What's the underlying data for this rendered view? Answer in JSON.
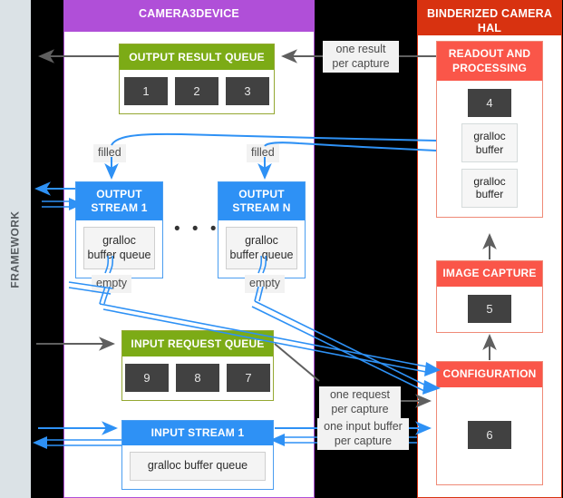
{
  "framework": {
    "label": "FRAMEWORK"
  },
  "camera3device": {
    "title": "CAMERA3DEVICE",
    "output_result_queue": {
      "title": "OUTPUT RESULT QUEUE",
      "slots": [
        "1",
        "2",
        "3"
      ]
    },
    "input_request_queue": {
      "title": "INPUT REQUEST QUEUE",
      "slots": [
        "9",
        "8",
        "7"
      ]
    },
    "output_stream_1": {
      "title": "OUTPUT STREAM 1",
      "buffer": "gralloc\nbuffer queue",
      "buffer_line1": "gralloc",
      "buffer_line2": "buffer queue"
    },
    "output_stream_n": {
      "title": "OUTPUT STREAM N",
      "buffer_line1": "gralloc",
      "buffer_line2": "buffer queue"
    },
    "input_stream_1": {
      "title": "INPUT STREAM 1",
      "buffer": "gralloc buffer queue"
    },
    "ellipsis": "• • •",
    "labels": {
      "filled_left": "filled",
      "filled_right": "filled",
      "empty_left": "empty",
      "empty_right": "empty"
    }
  },
  "hal": {
    "title": "BINDERIZED CAMERA HAL",
    "readout": {
      "title": "READOUT AND PROCESSING",
      "slot": "4",
      "gralloc_1_line1": "gralloc",
      "gralloc_1_line2": "buffer",
      "gralloc_2_line1": "gralloc",
      "gralloc_2_line2": "buffer"
    },
    "image_capture": {
      "title": "IMAGE CAPTURE",
      "slot": "5"
    },
    "configuration": {
      "title": "CONFIGURATION",
      "slot": "6"
    }
  },
  "annotations": {
    "one_result_per_capture_line1": "one result",
    "one_result_per_capture_line2": "per capture",
    "one_request_per_capture_line1": "one request",
    "one_request_per_capture_line2": "per capture",
    "one_input_buffer_line1": "one input buffer",
    "one_input_buffer_line2": "per capture"
  },
  "colors": {
    "framework_strip": "#dbe2e6",
    "camera3device_header": "#b04fd8",
    "hal_header": "#d83210",
    "hal_subheader": "#fa5649",
    "queue_header": "#7cab16",
    "stream_header": "#2e91f5",
    "slot": "#414141",
    "arrow_blue": "#2e91f5",
    "arrow_gray": "#5f5f5f",
    "background": "#000000"
  }
}
